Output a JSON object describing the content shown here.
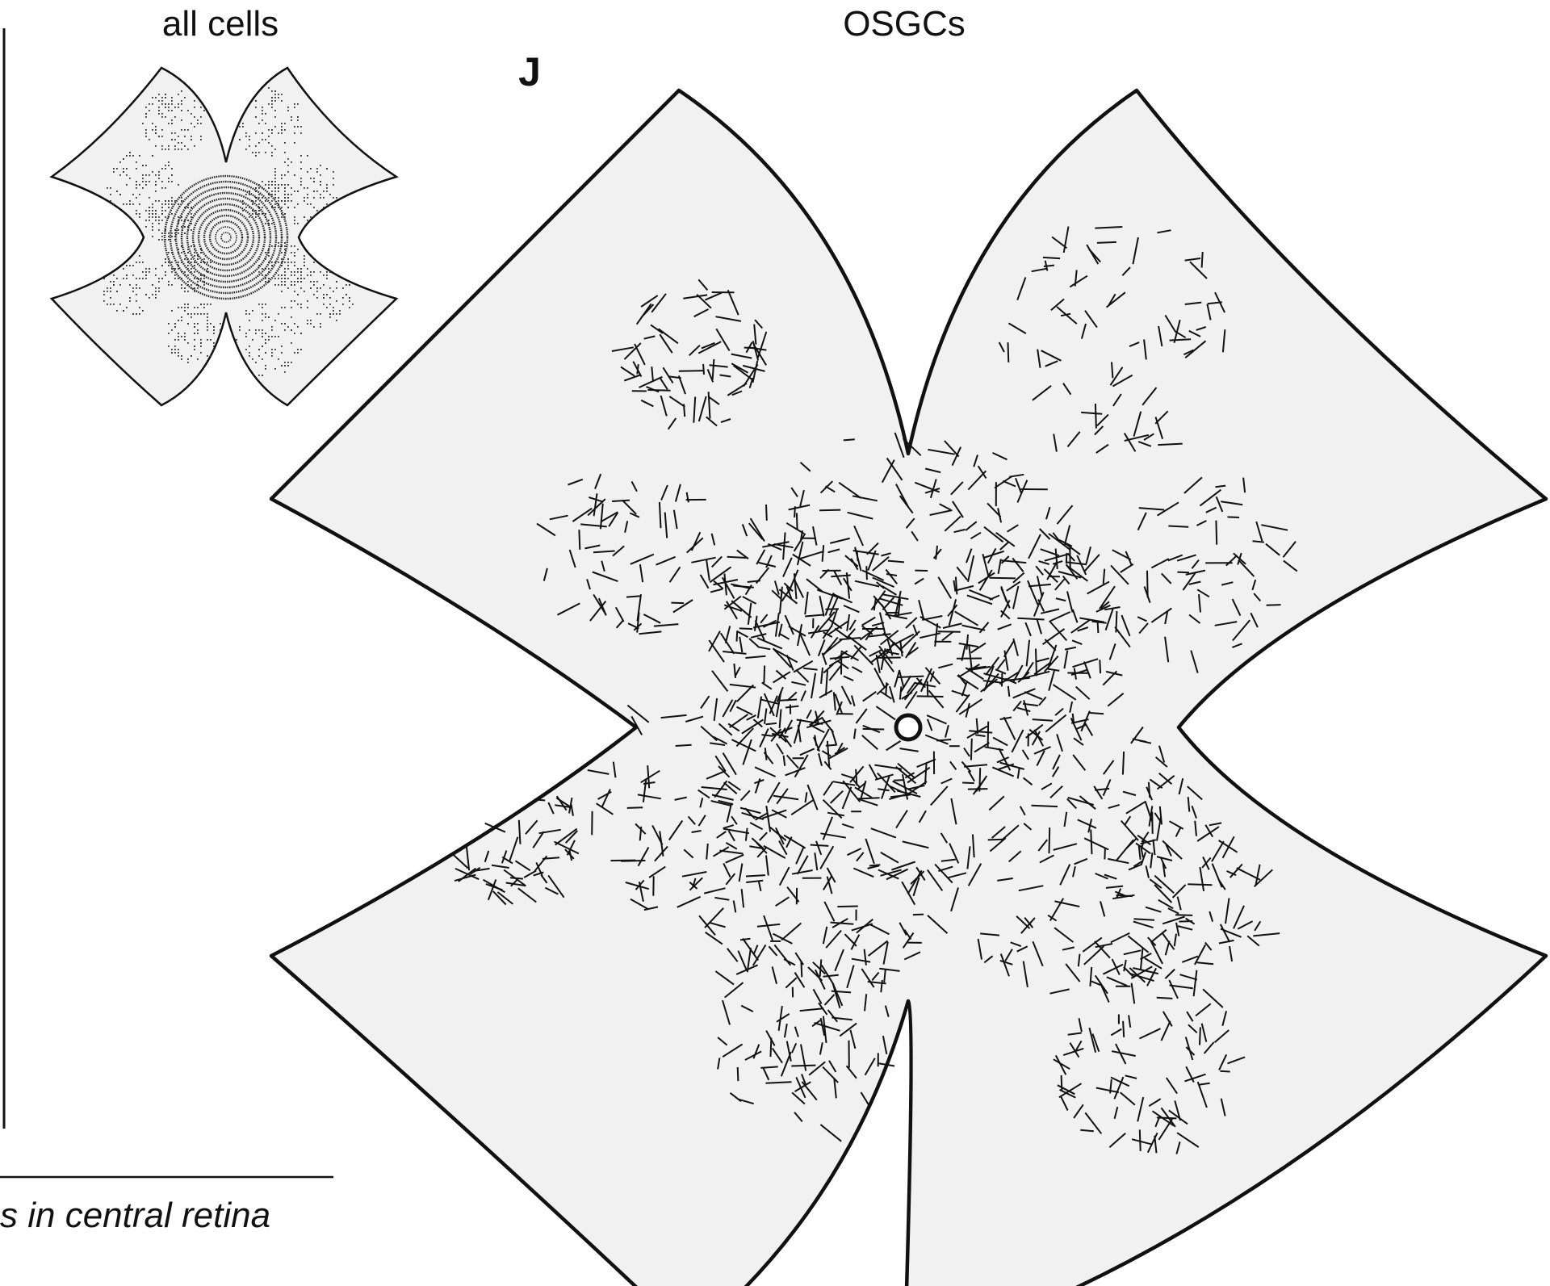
{
  "figure": {
    "inset_title": "all cells",
    "main_title": "OSGCs",
    "panel_label": "J",
    "caption_fragment": "s in central retina"
  },
  "colors": {
    "retina_fill": "#f1f1f1",
    "outline": "#111111",
    "marks": "#111111",
    "background": "#ffffff"
  }
}
